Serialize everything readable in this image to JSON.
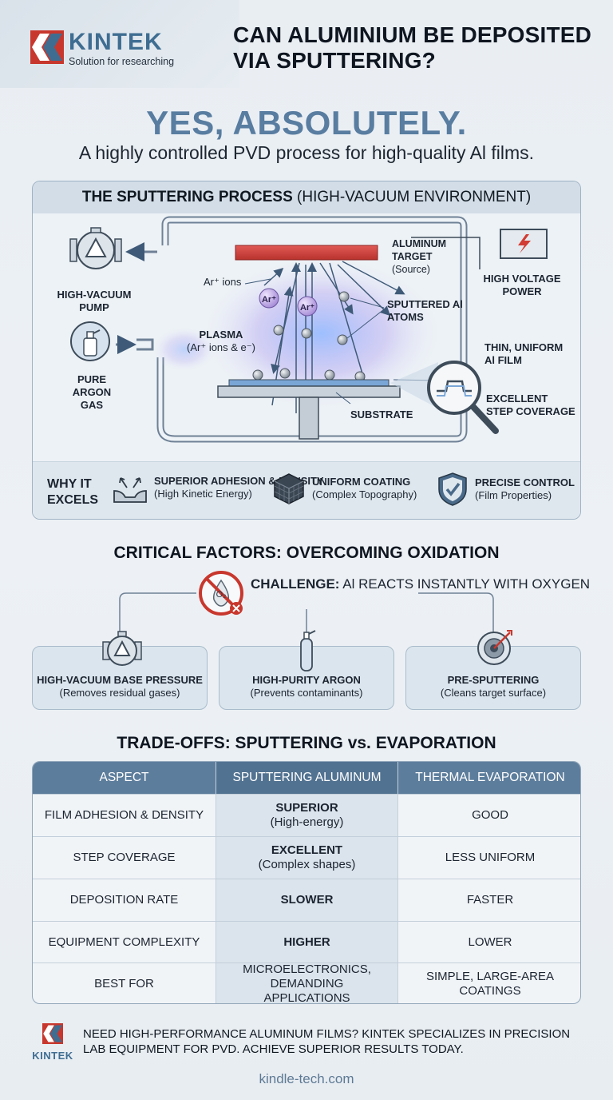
{
  "brand": {
    "name": "KINTEK",
    "tagline": "Solution for researching",
    "accent": "#3f6d92",
    "logo_red": "#c8372d"
  },
  "header": {
    "title": "CAN ALUMINIUM BE DEPOSITED VIA SPUTTERING?"
  },
  "headline": "YES, ABSOLUTELY.",
  "subheadline": "A highly controlled PVD process for high-quality Al films.",
  "process": {
    "title_bold": "THE SPUTTERING PROCESS",
    "title_rest": " (HIGH-VACUUM ENVIRONMENT)",
    "labels": {
      "pump": "HIGH-VACUUM PUMP",
      "argon": "PURE ARGON GAS",
      "target": "ALUMINUM TARGET",
      "target_sub": "(Source)",
      "ar_ions": "Ar⁺ ions",
      "ion_glyph": "Ar⁺",
      "plasma": "PLASMA",
      "plasma_sub": "(Ar⁺ ions & e⁻)",
      "sputtered": "SPUTTERED Al ATOMS",
      "power": "HIGH VOLTAGE POWER",
      "film": "THIN, UNIFORM Al FILM",
      "step": "EXCELLENT STEP COVERAGE",
      "substrate": "SUBSTRATE"
    }
  },
  "why": {
    "title": "WHY IT EXCELS",
    "items": [
      {
        "icon": "adhesion-icon",
        "title": "SUPERIOR ADHESION & DENSITY",
        "sub": "(High Kinetic Energy)"
      },
      {
        "icon": "cube-icon",
        "title": "UNIFORM COATING",
        "sub": "(Complex Topography)"
      },
      {
        "icon": "shield-check-icon",
        "title": "PRECISE CONTROL",
        "sub": "(Film Properties)"
      }
    ]
  },
  "critical": {
    "title": "CRITICAL FACTORS: OVERCOMING OXIDATION",
    "challenge_label": "CHALLENGE:",
    "challenge_text": " Al REACTS INSTANTLY WITH OXYGEN",
    "o2_glyph": "O₂",
    "factors": [
      {
        "icon": "vacuum-pump-icon",
        "title": "HIGH-VACUUM BASE PRESSURE",
        "sub": "(Removes residual gases)"
      },
      {
        "icon": "gas-cylinder-icon",
        "title": "HIGH-PURITY ARGON",
        "sub": "(Prevents contaminants)"
      },
      {
        "icon": "target-icon",
        "title": "PRE-SPUTTERING",
        "sub": "(Cleans target surface)"
      }
    ]
  },
  "tradeoffs": {
    "title": "TRADE-OFFS: SPUTTERING vs. EVAPORATION",
    "headers": [
      "ASPECT",
      "SPUTTERING ALUMINUM",
      "THERMAL EVAPORATION"
    ],
    "rows": [
      {
        "aspect": "FILM ADHESION & DENSITY",
        "sput": "SUPERIOR",
        "sput_sub": "(High-energy)",
        "evap": "GOOD"
      },
      {
        "aspect": "STEP COVERAGE",
        "sput": "EXCELLENT",
        "sput_sub": "(Complex shapes)",
        "evap": "LESS UNIFORM"
      },
      {
        "aspect": "DEPOSITION RATE",
        "sput": "SLOWER",
        "sput_sub": "",
        "evap": "FASTER"
      },
      {
        "aspect": "EQUIPMENT COMPLEXITY",
        "sput": "HIGHER",
        "sput_sub": "",
        "evap": "LOWER"
      },
      {
        "aspect": "BEST FOR",
        "sput": "MICROELECTRONICS, DEMANDING APPLICATIONS",
        "sput_sub": "",
        "evap": "SIMPLE, LARGE-AREA COATINGS"
      }
    ]
  },
  "footer": {
    "text": "NEED HIGH-PERFORMANCE ALUMINUM FILMS? KINTEK SPECIALIZES IN PRECISION LAB EQUIPMENT FOR PVD. ACHIEVE SUPERIOR RESULTS TODAY.",
    "url": "kindle-tech.com"
  }
}
